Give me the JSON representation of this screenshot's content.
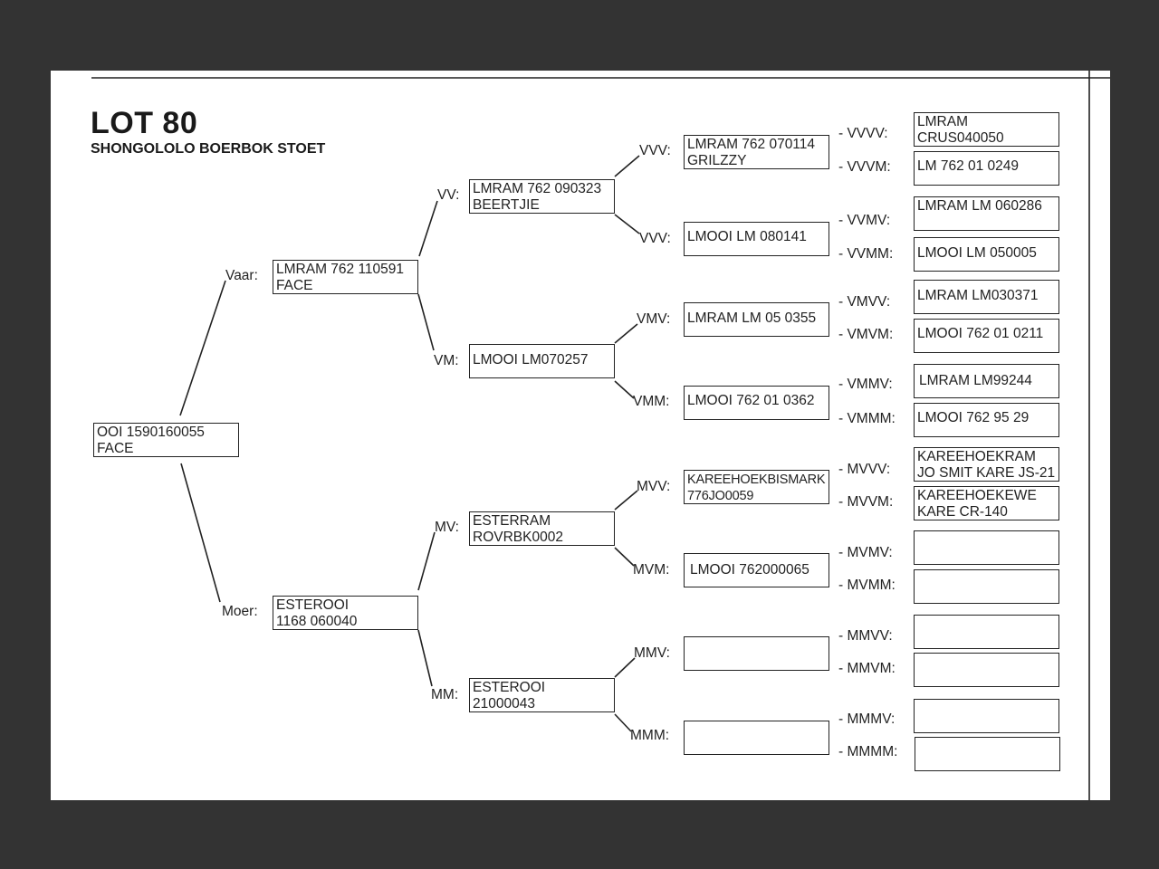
{
  "header": {
    "lot": "LOT 80",
    "breeder": "SHONGOLOLO BOERBOK STOET"
  },
  "pedigree": {
    "animal": {
      "line1": "OOI 1590160055",
      "line2": "FACE"
    },
    "vaar": {
      "label": "Vaar:",
      "line1": "LMRAM 762 110591",
      "line2": "FACE"
    },
    "moer": {
      "label": "Moer:",
      "line1": "ESTEROOI",
      "line2": "1168 060040"
    },
    "vv": {
      "label": "VV:",
      "line1": "LMRAM 762 090323",
      "line2": "BEERTJIE"
    },
    "vm": {
      "label": "VM:",
      "line1": "LMOOI LM070257",
      "line2": ""
    },
    "mv": {
      "label": "MV:",
      "line1": "ESTERRAM",
      "line2": "ROVRBK0002"
    },
    "mm": {
      "label": "MM:",
      "line1": "ESTEROOI",
      "line2": "21000043"
    },
    "vvv": {
      "label": "VVV:",
      "line1": "LMRAM 762 070114",
      "line2": "GRILZZY"
    },
    "vvm": {
      "label": "VVV:",
      "line1": "LMOOI LM 080141",
      "line2": ""
    },
    "vmv": {
      "label": "VMV:",
      "line1": "LMRAM LM 05 0355",
      "line2": ""
    },
    "vmm": {
      "label": "VMM:",
      "line1": "LMOOI 762 01 0362",
      "line2": ""
    },
    "mvv": {
      "label": "MVV:",
      "line1": "KAREEHOEKBISMARK",
      "line2": "776JO0059"
    },
    "mvm": {
      "label": "MVM:",
      "line1": "LMOOI 762000065",
      "line2": ""
    },
    "mmv": {
      "label": "MMV:",
      "line1": "",
      "line2": ""
    },
    "mmm": {
      "label": "MMM:",
      "line1": "",
      "line2": ""
    },
    "vvvv": {
      "label": "- VVVV:",
      "line1": "LMRAM",
      "line2": "CRUS040050"
    },
    "vvvm": {
      "label": "- VVVM:",
      "line1": "LM 762 01 0249",
      "line2": ""
    },
    "vvmv": {
      "label": "- VVMV:",
      "line1": "LMRAM LM 060286",
      "line2": ""
    },
    "vvmm": {
      "label": "- VVMM:",
      "line1": "LMOOI LM 050005",
      "line2": ""
    },
    "vmvv": {
      "label": "- VMVV:",
      "line1": "LMRAM LM030371",
      "line2": ""
    },
    "vmvm": {
      "label": "- VMVM:",
      "line1": "LMOOI 762 01 0211",
      "line2": ""
    },
    "vmmv": {
      "label": "- VMMV:",
      "line1": "LMRAM LM99244",
      "line2": ""
    },
    "vmmm": {
      "label": "- VMMM:",
      "line1": "LMOOI 762 95 29",
      "line2": ""
    },
    "mvvv": {
      "label": "- MVVV:",
      "line1": "KAREEHOEKRAM",
      "line2": "JO SMIT KARE JS-21"
    },
    "mvvm": {
      "label": "- MVVM:",
      "line1": "KAREEHOEKEWE",
      "line2": "KARE CR-140"
    },
    "mvmv": {
      "label": "- MVMV:",
      "line1": "",
      "line2": ""
    },
    "mvmm": {
      "label": "- MVMM:",
      "line1": "",
      "line2": ""
    },
    "mmvv": {
      "label": "- MMVV:",
      "line1": "",
      "line2": ""
    },
    "mmvm": {
      "label": "- MMVM:",
      "line1": "",
      "line2": ""
    },
    "mmmv": {
      "label": "- MMMV:",
      "line1": "",
      "line2": ""
    },
    "mmmm": {
      "label": "- MMMM:",
      "line1": "",
      "line2": ""
    }
  }
}
